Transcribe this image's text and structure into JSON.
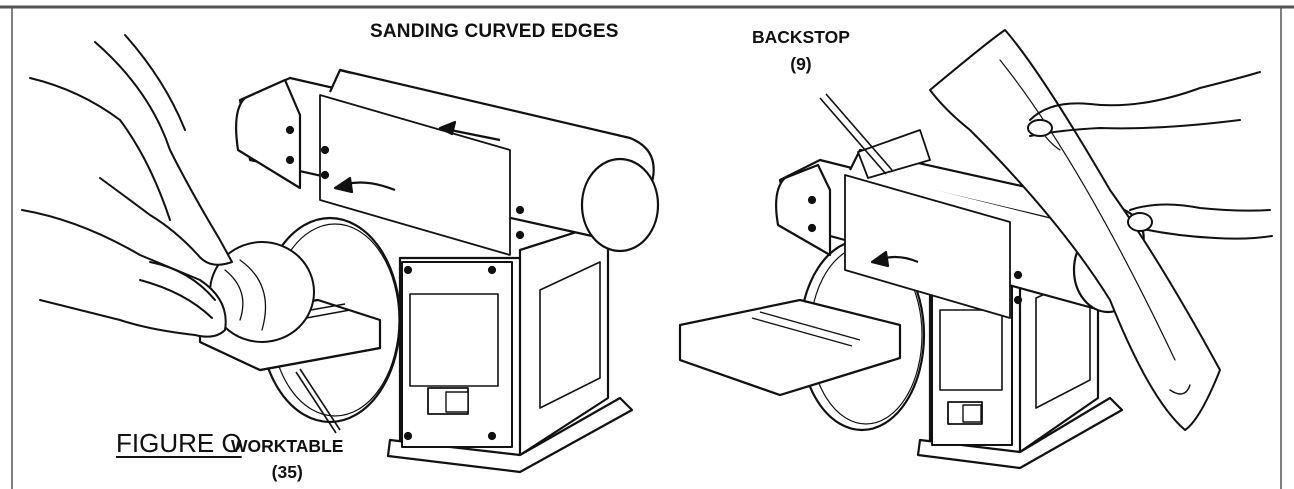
{
  "figure": {
    "title": "SANDING CURVED EDGES",
    "caption": "FIGURE O",
    "callouts": {
      "backstop": {
        "name": "BACKSTOP",
        "number": "(9)"
      },
      "worktable": {
        "name": "WORKTABLE",
        "number": "(35)"
      }
    }
  },
  "colors": {
    "ink": "#111111",
    "frame": "#555555",
    "background": "#ffffff"
  }
}
